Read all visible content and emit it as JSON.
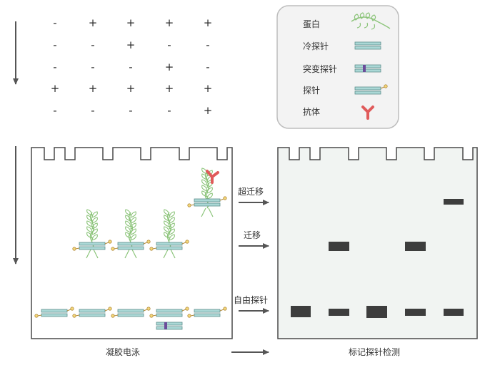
{
  "condition_grid": [
    [
      "-",
      "+",
      "+",
      "+",
      "+"
    ],
    [
      "-",
      "-",
      "+",
      "-",
      "-"
    ],
    [
      "-",
      "-",
      "-",
      "+",
      "-"
    ],
    [
      "+",
      "+",
      "+",
      "+",
      "+"
    ],
    [
      "-",
      "-",
      "-",
      "-",
      "+"
    ]
  ],
  "legend": {
    "items": [
      {
        "label": "蛋白",
        "icon": "protein-icon"
      },
      {
        "label": "冷探针",
        "icon": "cold-probe-icon"
      },
      {
        "label": "突变探针",
        "icon": "mutant-probe-icon"
      },
      {
        "label": "探针",
        "icon": "probe-icon"
      },
      {
        "label": "抗体",
        "icon": "antibody-icon"
      }
    ]
  },
  "steps": {
    "supershift": "超迁移",
    "shift": "迁移",
    "free_probe": "自由探针"
  },
  "captions": {
    "gel": "凝胶电泳",
    "detection": "标记探针检测"
  },
  "colors": {
    "probe_fill": "#aad8d6",
    "probe_stroke": "#5e8f8d",
    "protein": "#8cc47a",
    "antibody": "#e05a5a",
    "mutation": "#6b4c9a",
    "gel_bg": "#f1f4f2",
    "band": "#3d3d3d",
    "arrow": "#555555"
  }
}
